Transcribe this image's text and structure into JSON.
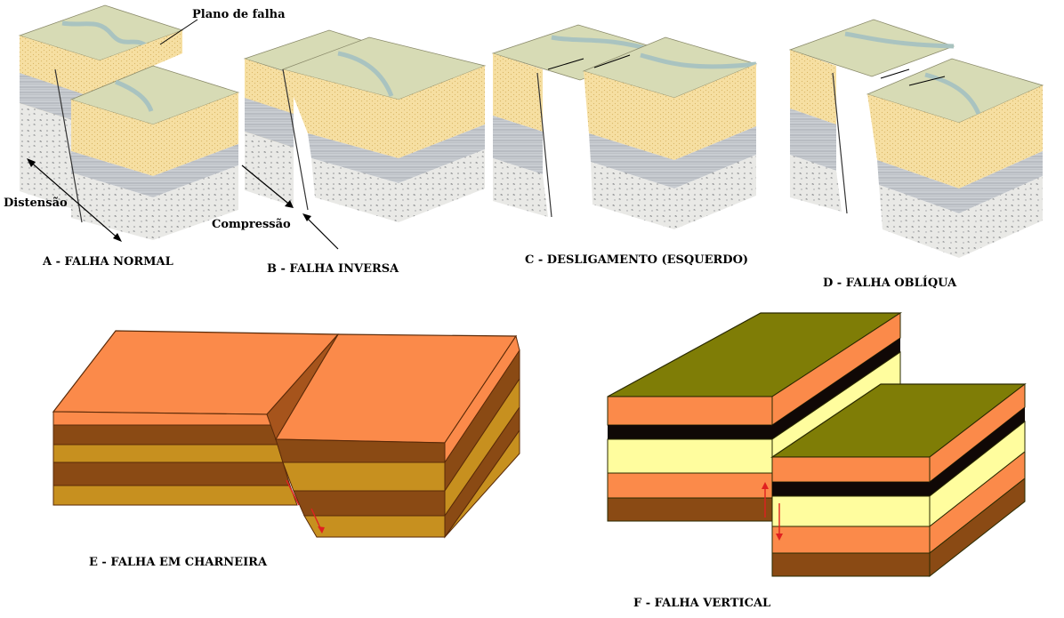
{
  "labels": {
    "plano_de_falha": "Plano de falha",
    "distensao": "Distensão",
    "compressao": "Compressão",
    "a": "A - FALHA NORMAL",
    "b": "B - FALHA INVERSA",
    "c": "C - DESLIGAMENTO (ESQUERDO)",
    "d": "D - FALHA OBLÍQUA",
    "e": "E - FALHA EM CHARNEIRA",
    "f": "F - FALHA VERTICAL"
  },
  "colors": {
    "grass": "#d7dbb5",
    "sandstone": "#f6dfa2",
    "grey_layer": "#c9cdd2",
    "rock": "#e7e7e4",
    "e_top": "#fb8a4a",
    "e_brown": "#8a4a14",
    "e_gold": "#c7901f",
    "f_olive": "#7f7d06",
    "f_orange": "#fb8a4a",
    "f_black": "#100806",
    "f_yellow": "#fffd9e",
    "f_brown": "#8a4a14"
  }
}
